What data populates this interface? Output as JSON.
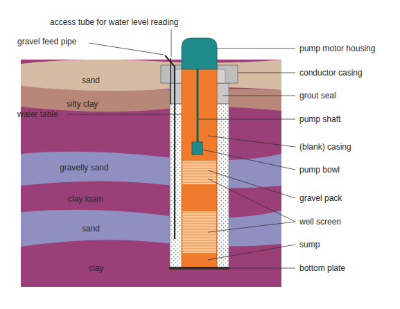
{
  "diagram": {
    "labels": [
      "access tube for water level reading",
      "gravel feed pipe",
      "sand",
      "silty clay",
      "water table",
      "gravelly sand",
      "clay loam",
      "sand",
      "clay",
      "pump motor housing",
      "conductor casing",
      "grout seal",
      "pump shaft",
      "(blank) casing",
      "pump bowl",
      "gravel pack",
      "well screen",
      "sump",
      "bottom plate"
    ]
  }
}
